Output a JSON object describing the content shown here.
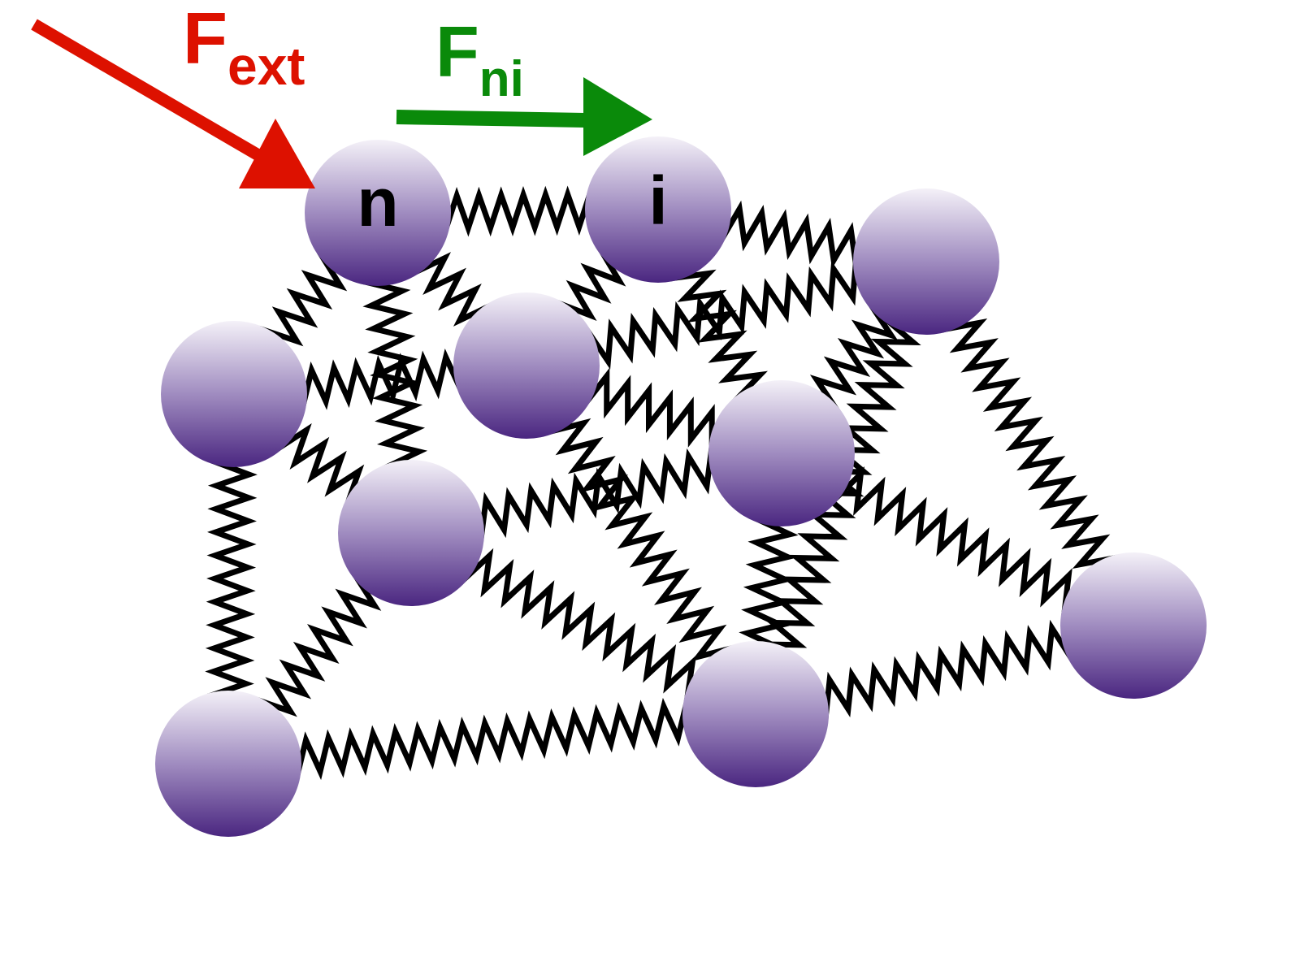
{
  "labels": {
    "ext_force_main": "F",
    "ext_force_sub": "ext",
    "ni_force_main": "F",
    "ni_force_sub": "ni",
    "node_n": "n",
    "node_i": "i"
  },
  "colors": {
    "ext_force": "#dd1100",
    "ni_force": "#0a8a0a",
    "spring": "#000000",
    "node_light": "#f4f1f8",
    "node_mid": "#a08cc0",
    "node_dark": "#4a2680",
    "node_label": "#000000"
  }
}
